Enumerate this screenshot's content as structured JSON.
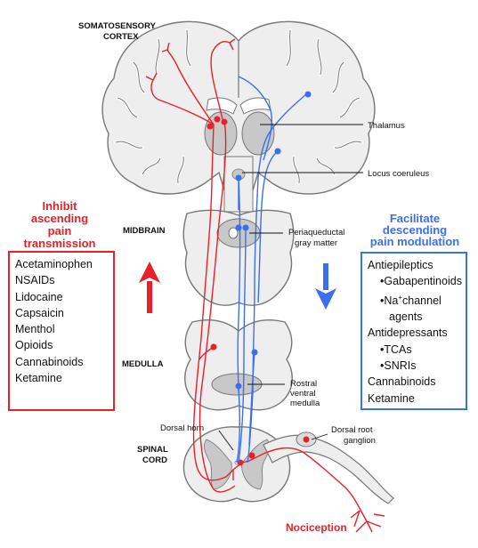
{
  "labels": {
    "cortex_line1": "SOMATOSENSORY",
    "cortex_line2": "CORTEX",
    "thalamus": "Thalamus",
    "locus": "Locus coeruleus",
    "midbrain": "MIDBRAIN",
    "pag_line1": "Periaqueductal",
    "pag_line2": "gray matter",
    "medulla": "MEDULLA",
    "rvm_line1": "Rostral",
    "rvm_line2": "ventral",
    "rvm_line3": "medulla",
    "dorsal_horn": "Dorsal horn",
    "spinal_line1": "SPINAL",
    "spinal_line2": "CORD",
    "drg_line1": "Dorsal root",
    "drg_line2": "ganglion",
    "nociception": "Nociception"
  },
  "left_panel": {
    "heading_line1": "Inhibit",
    "heading_line2": "ascending",
    "heading_line3": "pain",
    "heading_line4": "transmission",
    "drugs": [
      "Acetaminophen",
      "NSAIDs",
      "Lidocaine",
      "Capsaicin",
      "Menthol",
      "Opioids",
      "Cannabinoids",
      "Ketamine"
    ]
  },
  "right_panel": {
    "heading_line1": "Facilitate",
    "heading_line2": "descending",
    "heading_line3": "pain modulation",
    "class_antiepileptics": "Antiepileptics",
    "gabapentinoids": "•Gabapentinoids",
    "na_channel_prefix": "•Na",
    "na_channel_sup": "+",
    "na_channel_suffix": "channel",
    "agents": "agents",
    "class_antidepressants": "Antidepressants",
    "tcas": "•TCAs",
    "snris": "•SNRIs",
    "cannabinoids": "Cannabinoids",
    "ketamine": "Ketamine"
  },
  "colors": {
    "ascending": "#e8202a",
    "descending": "#3b6ef0",
    "tissue_fill": "#eeeeee",
    "tissue_outline": "#777777",
    "gray_matter": "#c8c8c8"
  },
  "icons": {
    "up_arrow": "red-up-arrow-icon",
    "down_arrow": "blue-down-arrow-icon"
  }
}
